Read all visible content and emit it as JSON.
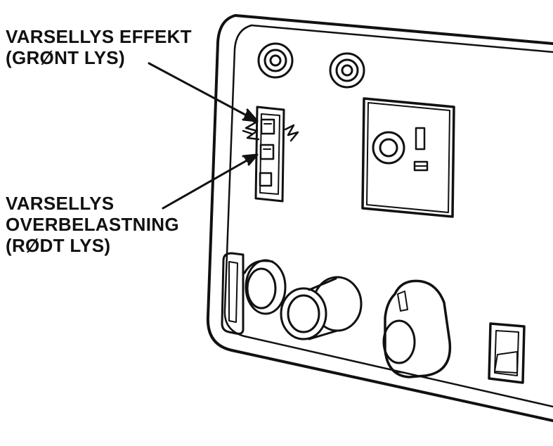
{
  "labels": {
    "power_warning": {
      "line1": "VARSELLYS EFFEKT",
      "line2": "(GRØNT LYS)"
    },
    "overload_warning": {
      "line1": "VARSELLYS",
      "line2": "OVERBELASTNING",
      "line3": "(RØDT LYS)"
    }
  },
  "colors": {
    "ink": "#111111",
    "background": "#ffffff"
  }
}
